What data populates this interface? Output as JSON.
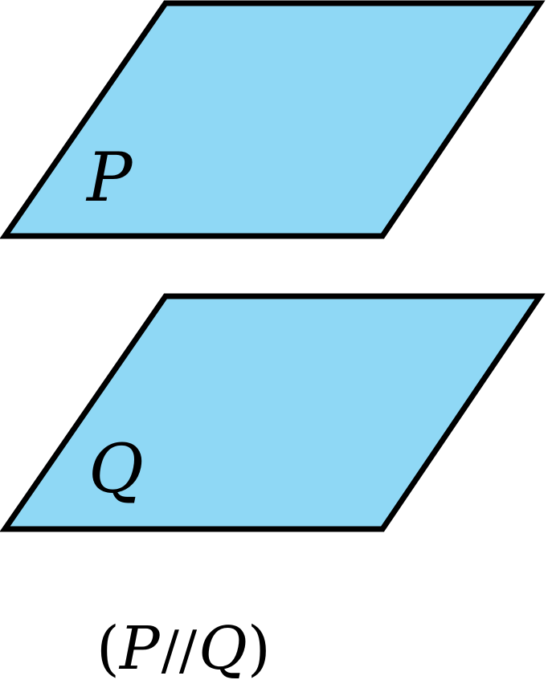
{
  "colors": {
    "plane_fill": "#8fd8f5",
    "outline": "#000000",
    "background": "#ffffff"
  },
  "planes": [
    {
      "label": "P"
    },
    {
      "label": "Q"
    }
  ],
  "caption": {
    "open_paren": "(",
    "left": "P",
    "relation": "//",
    "right": "Q",
    "close_paren": ")"
  }
}
